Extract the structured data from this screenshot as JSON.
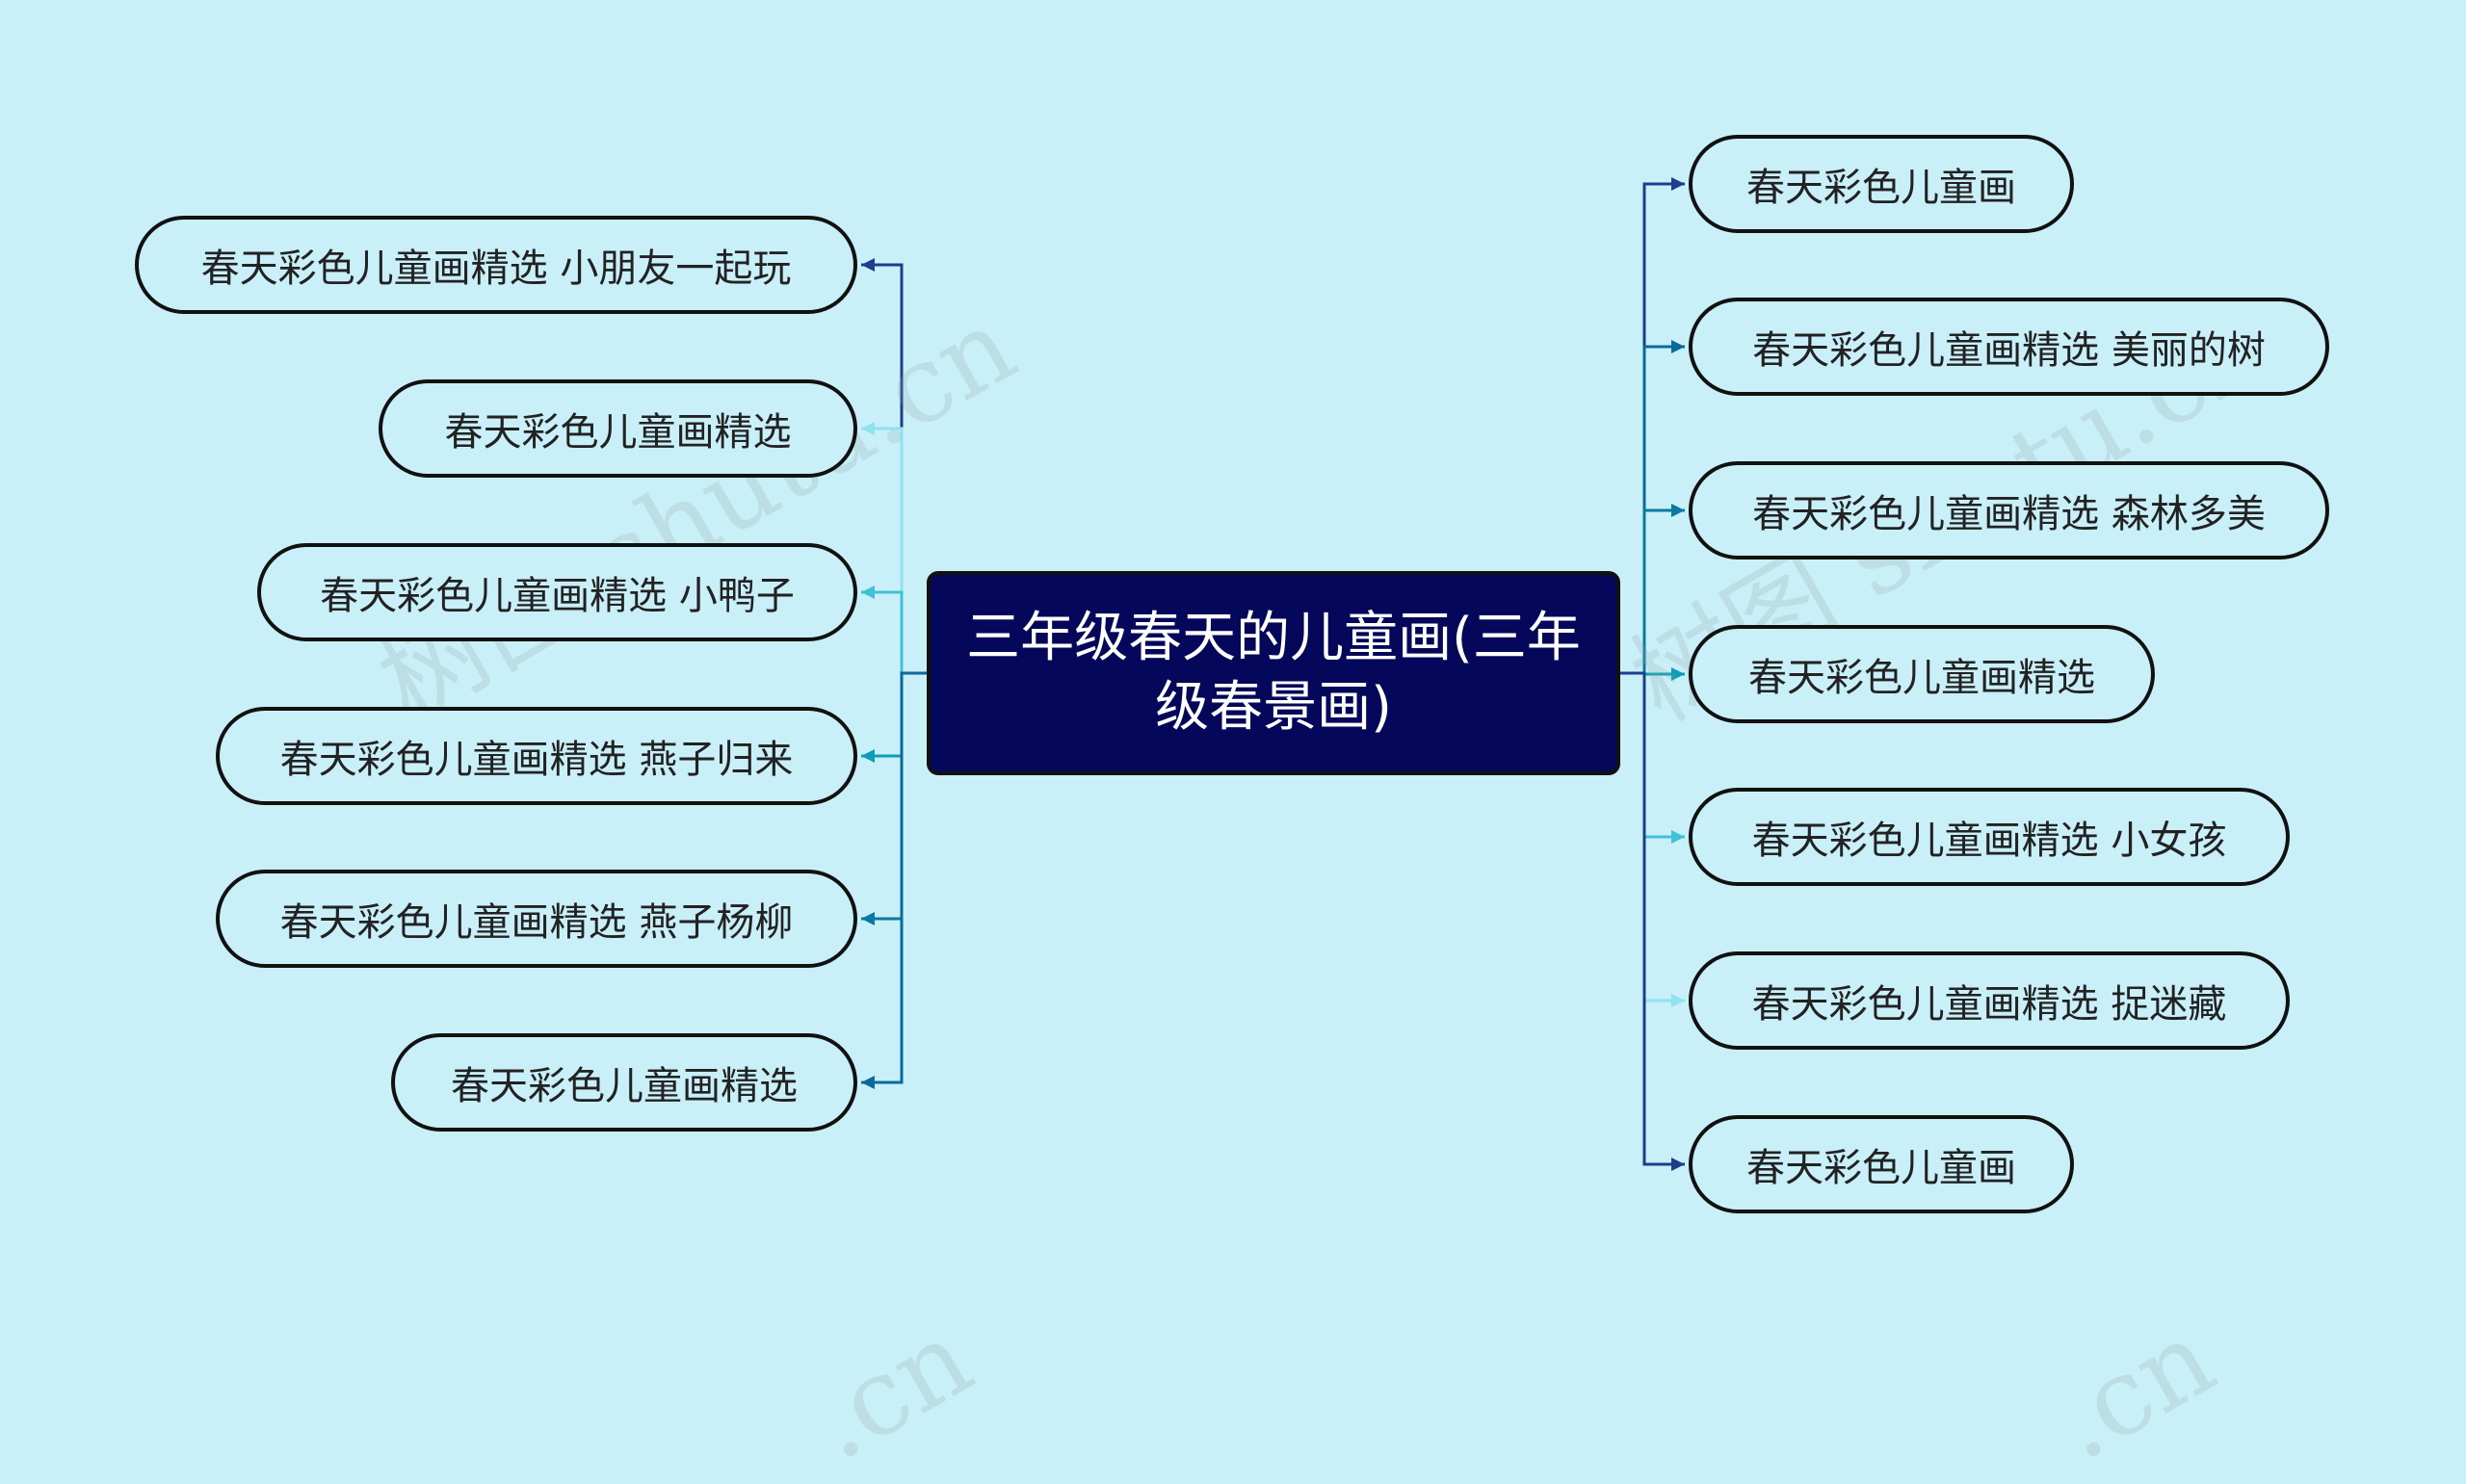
{
  "root": {
    "label": "三年级春天的儿童画(三年级春景画)"
  },
  "left": [
    {
      "label": "春天彩色儿童画精选 小朋友一起玩",
      "color": "#1b3f8b"
    },
    {
      "label": "春天彩色儿童画精选",
      "color": "#8ee3ef"
    },
    {
      "label": "春天彩色儿童画精选 小鸭子",
      "color": "#3fc1d6"
    },
    {
      "label": "春天彩色儿童画精选 燕子归来",
      "color": "#0e9db8"
    },
    {
      "label": "春天彩色儿童画精选 燕子杨柳",
      "color": "#0a7aa0"
    },
    {
      "label": "春天彩色儿童画精选",
      "color": "#0a6b9a"
    }
  ],
  "right": [
    {
      "label": "春天彩色儿童画",
      "color": "#1b3f8b"
    },
    {
      "label": "春天彩色儿童画精选 美丽的树",
      "color": "#0a6b9a"
    },
    {
      "label": "春天彩色儿童画精选 森林多美",
      "color": "#0a7aa0"
    },
    {
      "label": "春天彩色儿童画精选",
      "color": "#0e9db8"
    },
    {
      "label": "春天彩色儿童画精选 小女孩",
      "color": "#3fc1d6"
    },
    {
      "label": "春天彩色儿童画精选 捉迷藏",
      "color": "#8ee3ef"
    },
    {
      "label": "春天彩色儿童画",
      "color": "#1b3f8b"
    }
  ],
  "watermark": {
    "text": "树图 shutu.cn",
    "text_short": ".cn"
  }
}
